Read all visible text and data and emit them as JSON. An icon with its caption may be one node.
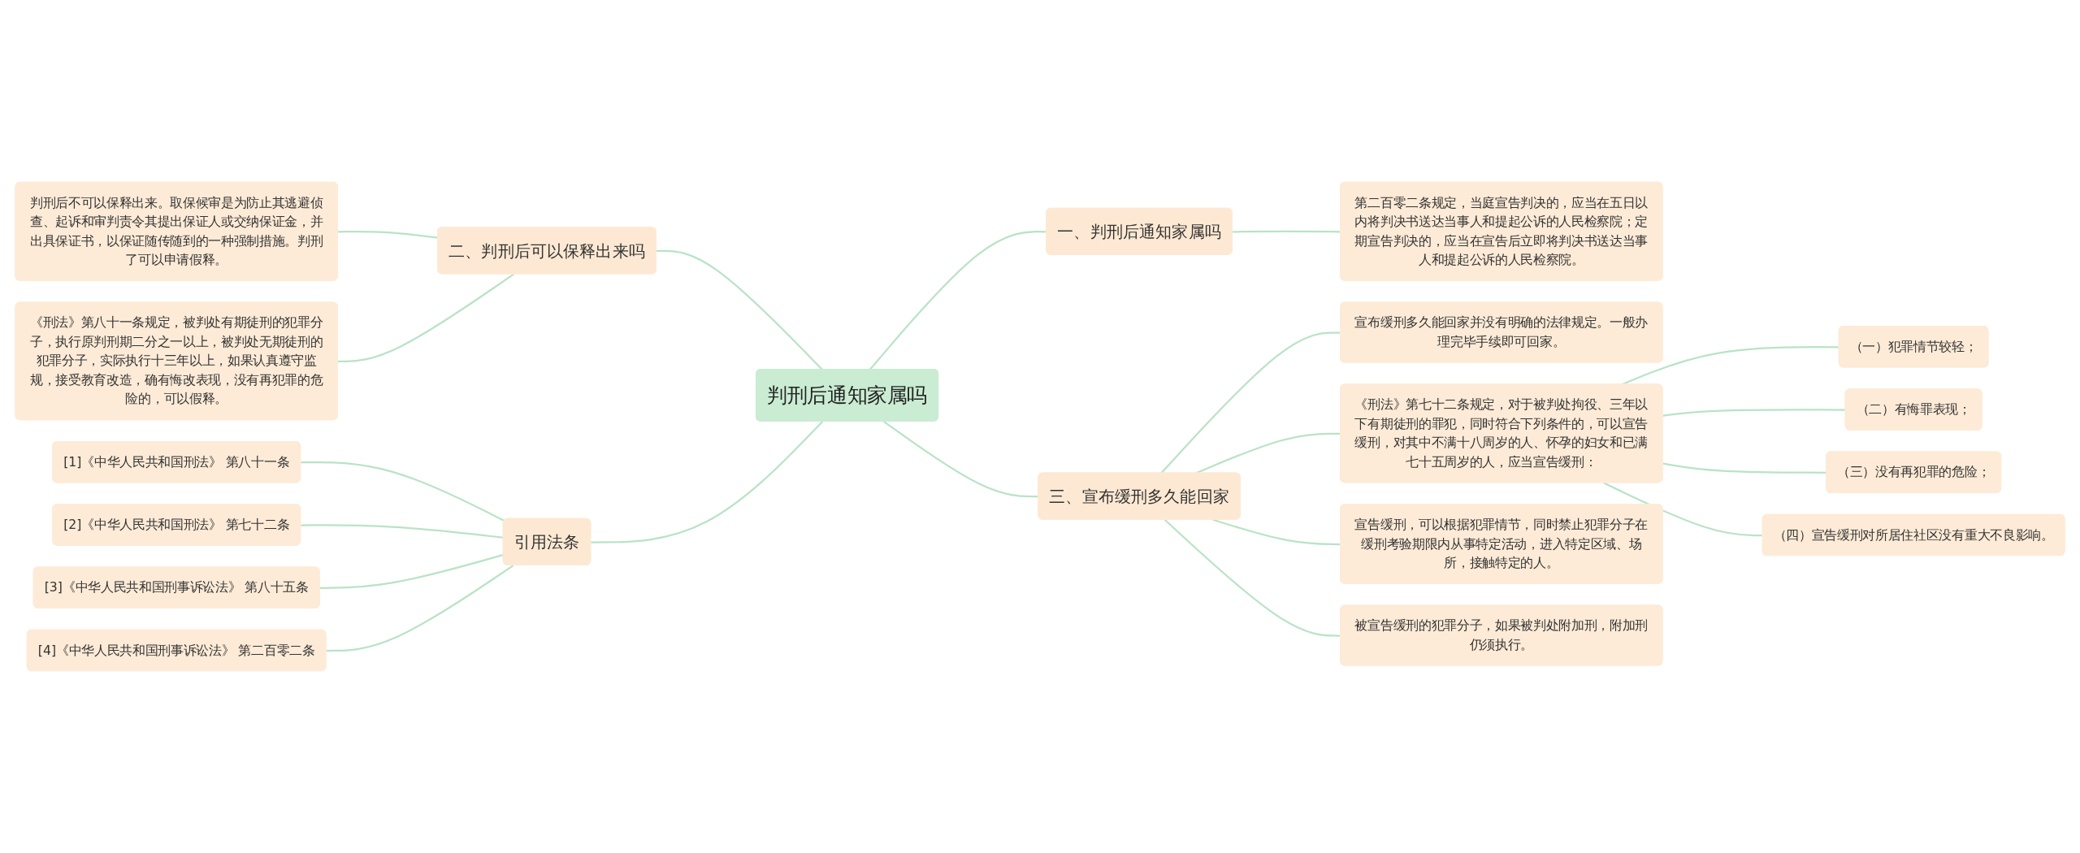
{
  "diagram": {
    "nodes": [
      {
        "text": [
          "判刑后通知家属吗"
        ]
      },
      {
        "text": [
          "二、判刑后可以保释出来吗"
        ]
      },
      {
        "text": [
          "判刑后不可以保释出来。取保候审是为防止其逃避侦查、起诉和审判责令其提出保证人或交纳保证金，并出具保证书，以保证随传随到的一种强制措施。判刑了可以申请假释。"
        ]
      },
      {
        "text": [
          "《刑法》第八十一条规定，被判处有期徒刑的犯罪分子，执行原判刑期二分之一以上，被判处无期徒刑的犯罪分子，实际执行十三年以上，如果认真遵守监规，接受教育改造，确有悔改表现，没有再犯罪的危险的，可以假释。"
        ]
      },
      {
        "text": [
          "引用法条"
        ]
      },
      {
        "text": [
          "[1]《中华人民共和国刑法》 第八十一条"
        ]
      },
      {
        "text": [
          "[2]《中华人民共和国刑法》 第七十二条"
        ]
      },
      {
        "text": [
          "[3]《中华人民共和国刑事诉讼法》 第八十五条"
        ]
      },
      {
        "text": [
          "[4]《中华人民共和国刑事诉讼法》 第二百零二条"
        ]
      },
      {
        "text": [
          "一、判刑后通知家属吗"
        ]
      },
      {
        "text": [
          "第二百零二条规定，当庭宣告判决的，应当在五日以内将判决书送达当事人和提起公诉的人民检察院；定期宣告判决的，应当在宣告后立即将判决书送达当事人和提起公诉的人民检察院。"
        ]
      },
      {
        "text": [
          "三、宣布缓刑多久能回家"
        ]
      },
      {
        "text": [
          "宣布缓刑多久能回家并没有明确的法律规定。一般办理完毕手续即可回家。"
        ]
      },
      {
        "text": [
          "《刑法》第七十二条规定，对于被判处拘役、三年以下有期徒刑的罪犯，同时符合下列条件的，可以宣告缓刑，对其中不满十八周岁的人、怀孕的妇女和已满七十五周岁的人，应当宣告缓刑："
        ]
      },
      {
        "text": [
          "（一）犯罪情节较轻；"
        ]
      },
      {
        "text": [
          "（二）有悔罪表现；"
        ]
      },
      {
        "text": [
          "（三）没有再犯罪的危险；"
        ]
      },
      {
        "text": [
          "（四）宣告缓刑对所居住社区没有重大不良影响。"
        ]
      },
      {
        "text": [
          "宣告缓刑，可以根据犯罪情节，同时禁止犯罪分子在缓刑考验期限内从事特定活动，进入特定区域、场所，接触特定的人。"
        ]
      },
      {
        "text": [
          "被宣告缓刑的犯罪分子，如果被判处附加刑，附加刑仍须执行。"
        ]
      }
    ],
    "edges": [
      {
        "from": 0,
        "to": 1,
        "arrow": "none"
      },
      {
        "from": 1,
        "to": 2,
        "arrow": "none"
      },
      {
        "from": 1,
        "to": 3,
        "arrow": "none"
      },
      {
        "from": 0,
        "to": 4,
        "arrow": "none"
      },
      {
        "from": 4,
        "to": 5,
        "arrow": "none"
      },
      {
        "from": 4,
        "to": 6,
        "arrow": "none"
      },
      {
        "from": 4,
        "to": 7,
        "arrow": "none"
      },
      {
        "from": 4,
        "to": 8,
        "arrow": "none"
      },
      {
        "from": 0,
        "to": 9,
        "arrow": "none"
      },
      {
        "from": 9,
        "to": 10,
        "arrow": "none"
      },
      {
        "from": 0,
        "to": 11,
        "arrow": "none"
      },
      {
        "from": 11,
        "to": 12,
        "arrow": "none"
      },
      {
        "from": 11,
        "to": 13,
        "arrow": "none"
      },
      {
        "from": 13,
        "to": 14,
        "arrow": "none"
      },
      {
        "from": 13,
        "to": 15,
        "arrow": "none"
      },
      {
        "from": 13,
        "to": 16,
        "arrow": "none"
      },
      {
        "from": 13,
        "to": 17,
        "arrow": "none"
      },
      {
        "from": 11,
        "to": 18,
        "arrow": "none"
      },
      {
        "from": 11,
        "to": 19,
        "arrow": "none"
      }
    ]
  }
}
